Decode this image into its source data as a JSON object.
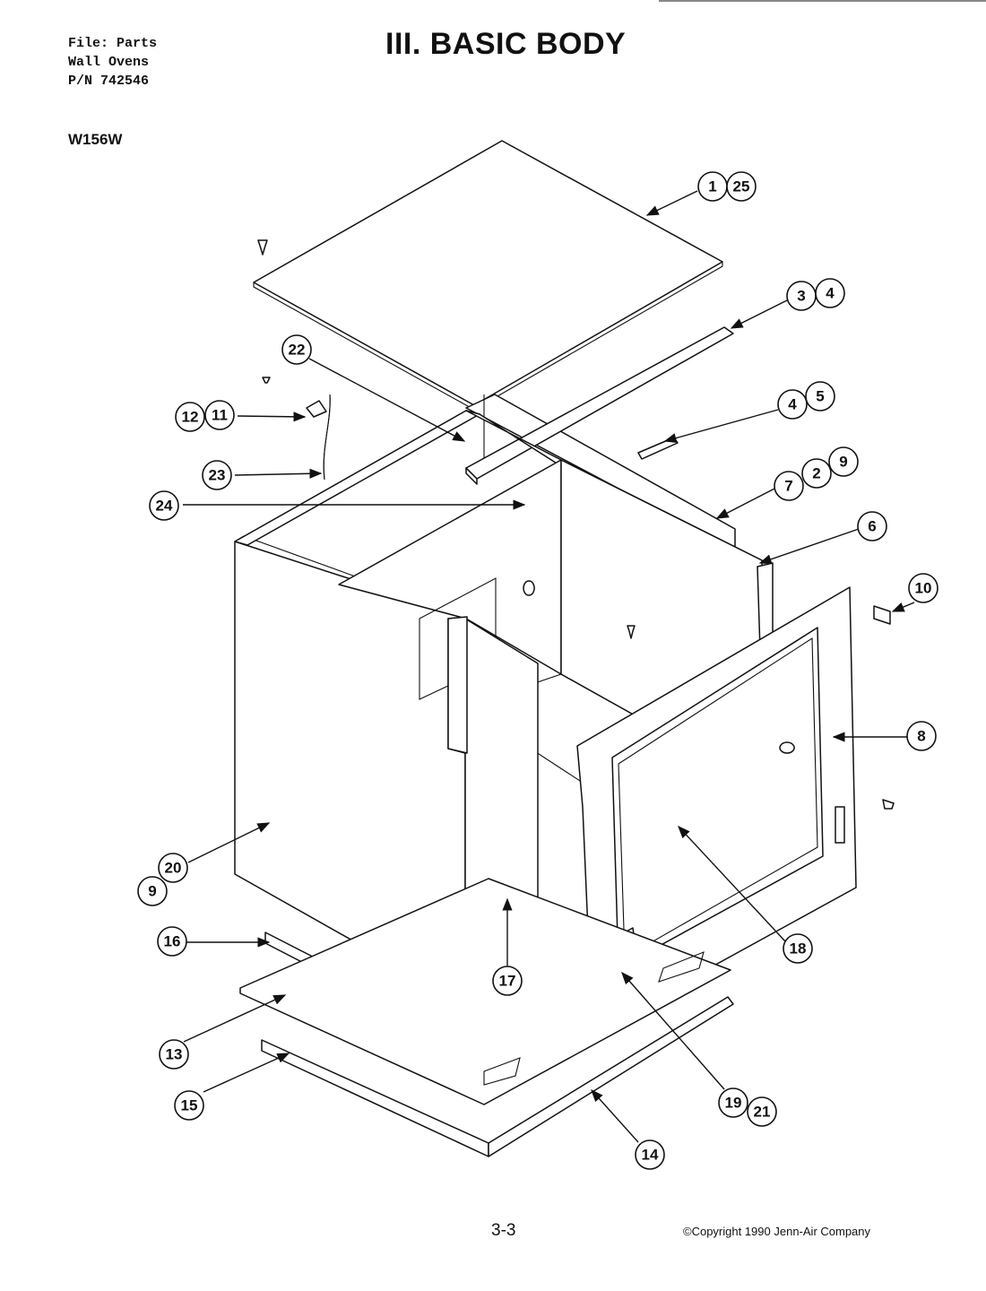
{
  "header": {
    "file_lines": [
      "File: Parts",
      "Wall Ovens",
      "P/N 742546"
    ],
    "title": "III. BASIC BODY",
    "model": "W156W"
  },
  "footer": {
    "page": "3-3",
    "copyright": "©Copyright 1990 Jenn-Air Company"
  },
  "callouts": [
    "1",
    "25",
    "3",
    "4",
    "22",
    "4",
    "5",
    "12",
    "11",
    "9",
    "2",
    "7",
    "23",
    "24",
    "6",
    "10",
    "8",
    "20",
    "9",
    "18",
    "16",
    "17",
    "13",
    "19",
    "21",
    "15",
    "14"
  ]
}
